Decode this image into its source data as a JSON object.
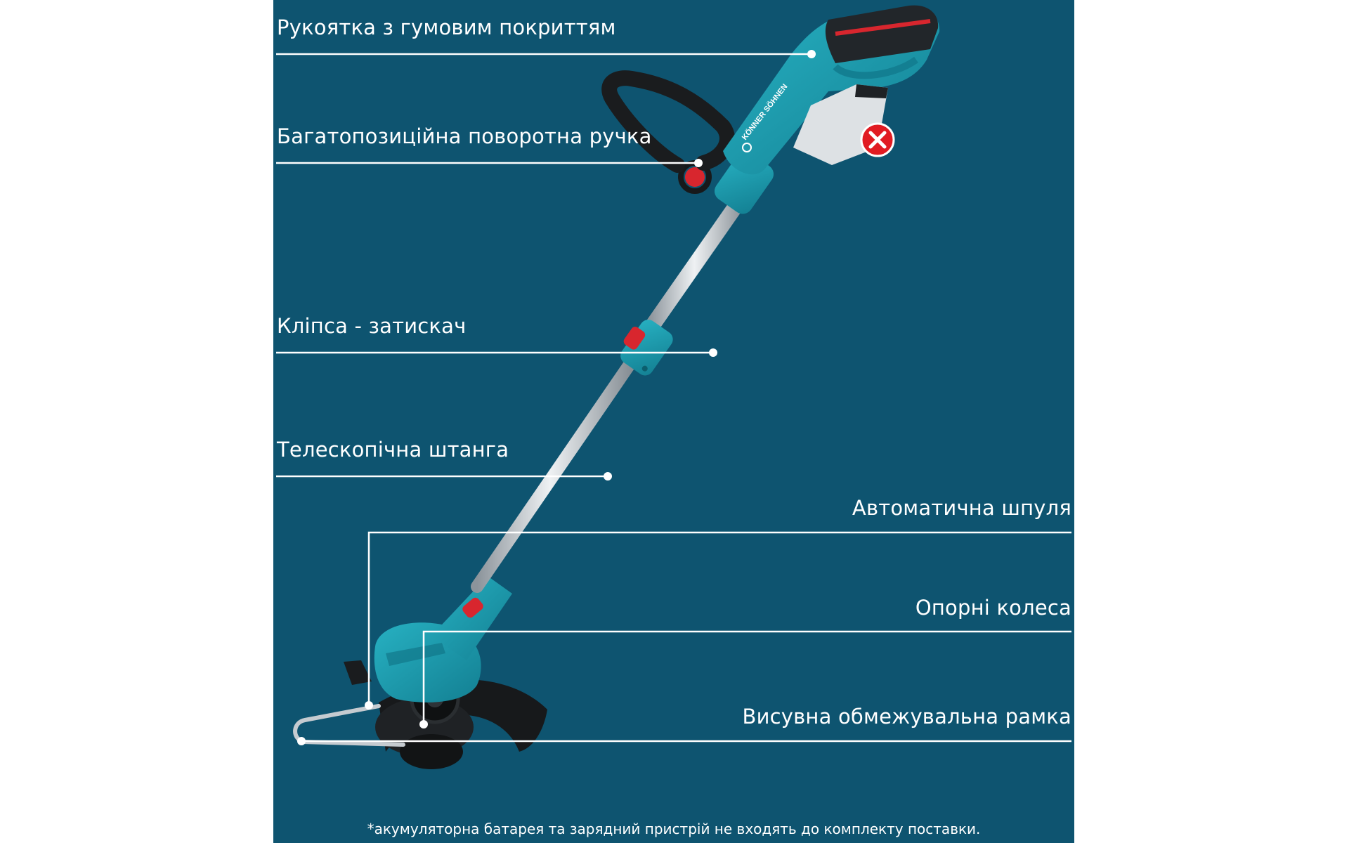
{
  "colors": {
    "panel_background": "#0e5470",
    "page_background": "#ffffff",
    "label_text": "#ffffff",
    "leader_line": "#ffffff",
    "tool_body": "#1a93a6",
    "tool_accent": "#d8262e",
    "tool_dark": "#1c1f22",
    "shaft_metal": "#c9ced3"
  },
  "labels": {
    "rubber_handle": "Рукоятка з гумовим покриттям",
    "rotary_handle": "Багатопозиційна поворотна ручка",
    "clamp_clip": "Кліпса - затискач",
    "telescopic_shaft": "Телескопічна штанга",
    "auto_spool": "Автоматична шпуля",
    "support_wheels": "Опорні колеса",
    "edge_guard": "Висувна обмежувальна рамка"
  },
  "footnote": "*акумуляторна батарея та зарядний пристрій не входять до комплекту поставки.",
  "icons": {
    "battery_excluded": "red-cross-icon",
    "brand_logo": "konner-sohnen-logo"
  },
  "brand_logo_text": "KÖNNER SÖHNEN"
}
